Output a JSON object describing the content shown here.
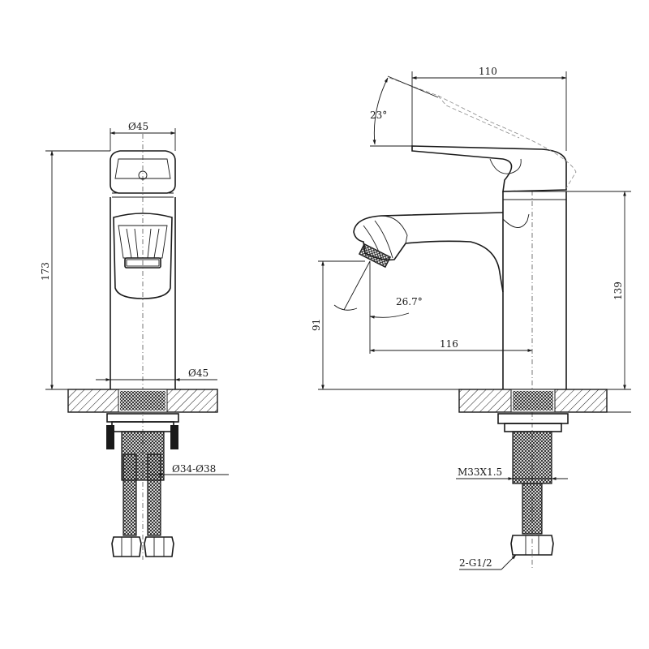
{
  "dimensions": {
    "front_top_diameter": "Ø45",
    "front_body_diameter": "Ø45",
    "front_height": "173",
    "front_shank_range": "Ø34-Ø38",
    "side_width": "110",
    "side_lever_angle": "23°",
    "side_spout_angle": "26.7°",
    "side_spout_height": "91",
    "side_spout_reach": "116",
    "side_body_height": "139",
    "side_thread": "M33X1.5",
    "side_hose": "2-G1/2"
  }
}
